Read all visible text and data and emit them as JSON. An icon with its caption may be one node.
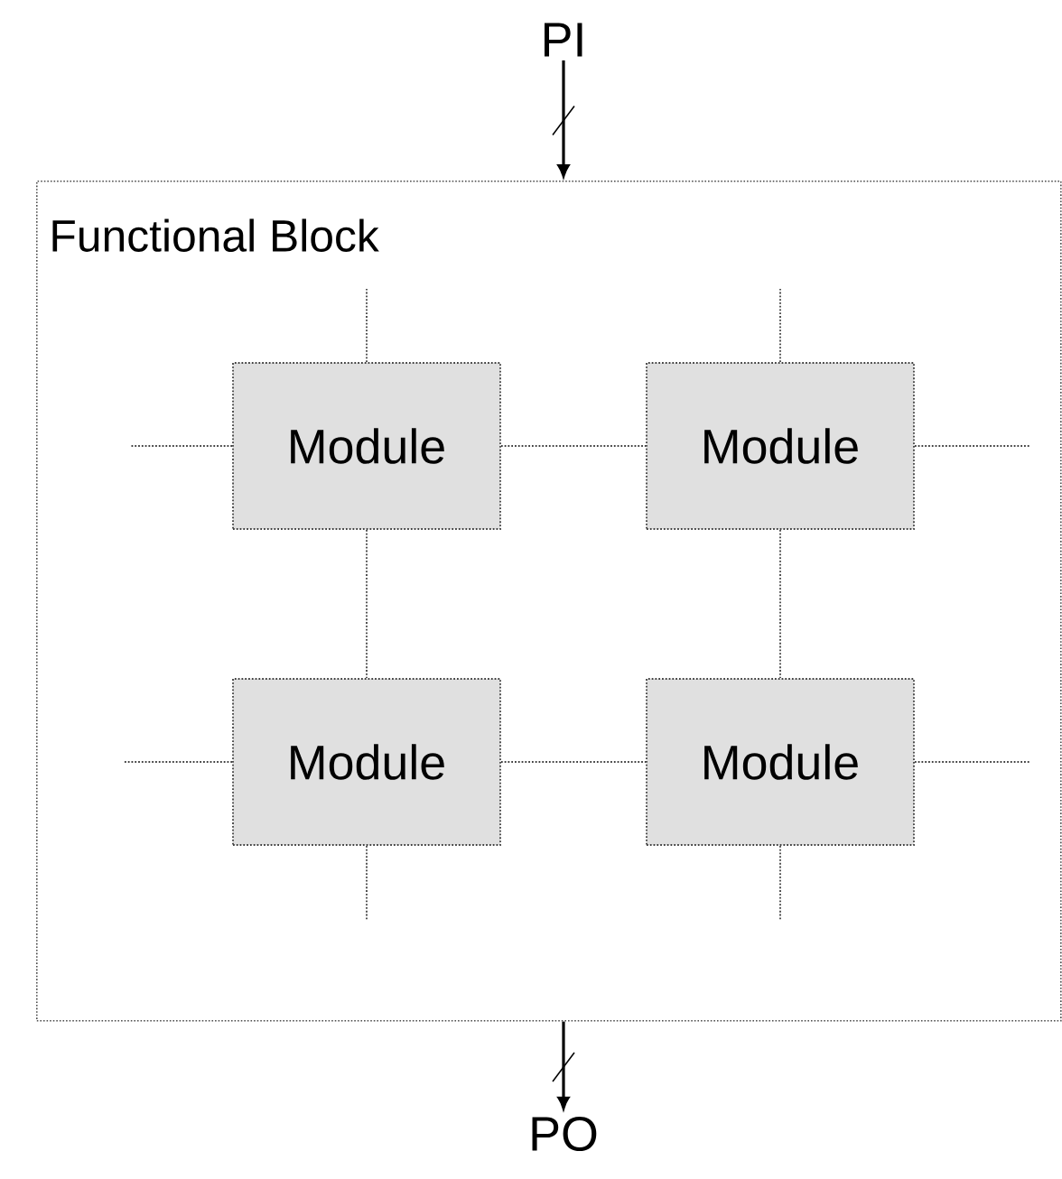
{
  "diagram": {
    "nodes": [
      {
        "text": [
          "PI"
        ]
      },
      {
        "text": [
          "Functional Block"
        ]
      },
      {
        "text": [
          "Module"
        ],
        "in": 1
      },
      {
        "text": [
          "Module"
        ],
        "in": 1
      },
      {
        "text": [
          "Module"
        ],
        "in": 1
      },
      {
        "text": [
          "Module"
        ],
        "in": 1
      },
      {
        "text": [
          "PO"
        ]
      }
    ],
    "edges": [
      {
        "from": 0,
        "to": 1,
        "arrow": "to"
      },
      {
        "from": 1,
        "to": 6,
        "arrow": "to"
      },
      {
        "from": 2,
        "to": 3,
        "arrow": "none",
        "style": "dashed"
      },
      {
        "from": 2,
        "to": 4,
        "arrow": "none",
        "style": "dashed"
      },
      {
        "from": 3,
        "to": 5,
        "arrow": "none",
        "style": "dashed"
      },
      {
        "from": 4,
        "to": 5,
        "arrow": "none",
        "style": "dashed"
      },
      {
        "from": 2,
        "to": null,
        "arrow": "none",
        "style": "dashed"
      },
      {
        "from": 2,
        "to": null,
        "arrow": "none",
        "style": "dashed"
      },
      {
        "from": 3,
        "to": null,
        "arrow": "none",
        "style": "dashed"
      },
      {
        "from": 3,
        "to": null,
        "arrow": "none",
        "style": "dashed"
      },
      {
        "from": 4,
        "to": null,
        "arrow": "none",
        "style": "dashed"
      },
      {
        "from": 4,
        "to": null,
        "arrow": "none",
        "style": "dashed"
      },
      {
        "from": 5,
        "to": null,
        "arrow": "none",
        "style": "dashed"
      },
      {
        "from": 5,
        "to": null,
        "arrow": "none",
        "style": "dashed"
      }
    ]
  }
}
